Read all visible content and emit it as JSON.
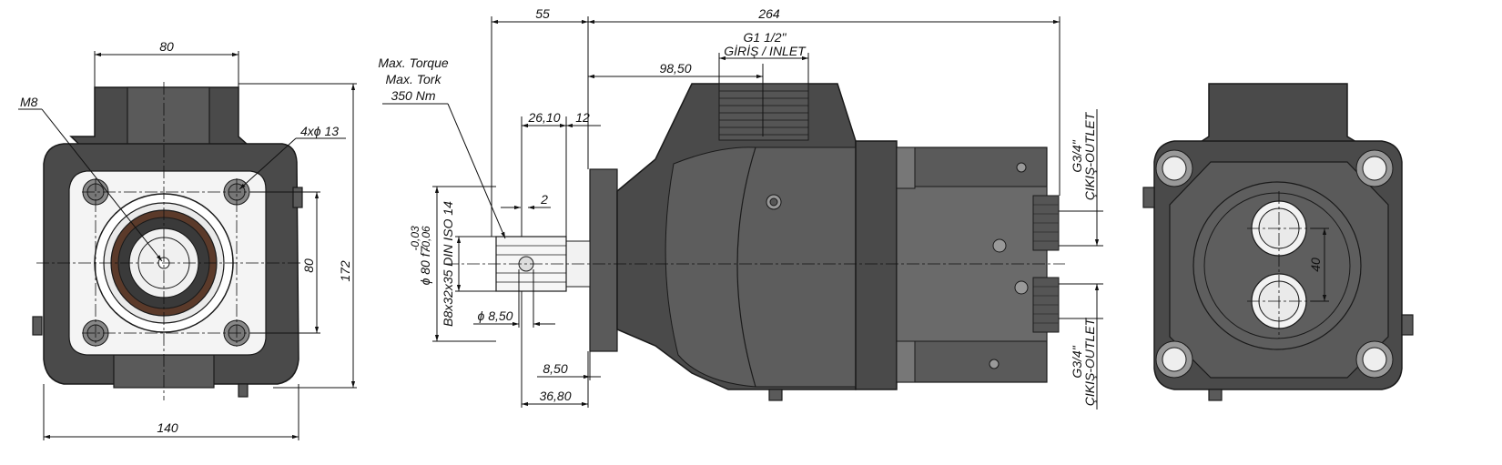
{
  "front_view": {
    "thread_label": "M8",
    "holes_label": "4xϕ 13",
    "dim_top": "80",
    "dim_side": "80",
    "dim_height": "172",
    "dim_width": "140"
  },
  "side_view": {
    "torque_label": [
      "Max. Torque",
      "Max. Tork",
      "350 Nm"
    ],
    "dim_55": "55",
    "dim_264": "264",
    "inlet_thread": "G1 1/2\"",
    "inlet_label": "GİRİŞ / INLET",
    "dim_98_50": "98,50",
    "dim_26_10": "26,10",
    "dim_12": "12",
    "dim_2": "2",
    "shaft_dia": "ϕ 80 f7",
    "shaft_tol_upper": "-0,03",
    "shaft_tol_lower": "-0,06",
    "spline_label": "B8x32x35 DIN ISO 14",
    "dim_8_50_dia": "ϕ 8,50",
    "dim_8_50": "8,50",
    "dim_36_80": "36,80",
    "outlet_thread_1": "G3/4\"",
    "outlet_label_1": "ÇIKIŞ-OUTLET",
    "outlet_thread_2": "G3/4\"",
    "outlet_label_2": "ÇIKIŞ-OUTLET"
  },
  "rear_view": {
    "dim_40": "40"
  }
}
